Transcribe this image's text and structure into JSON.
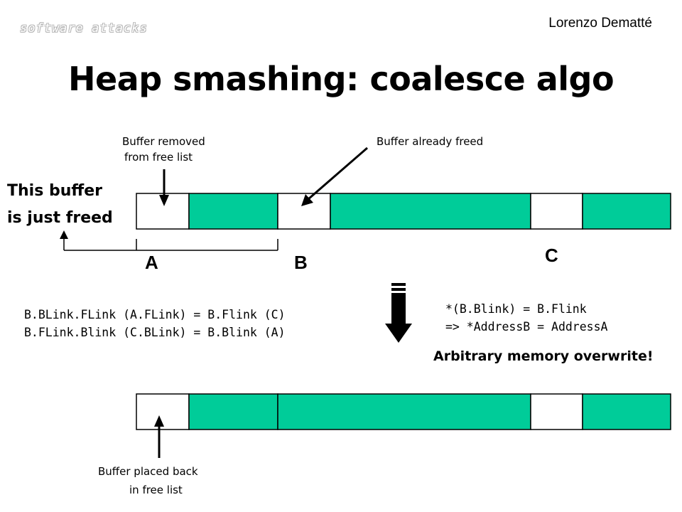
{
  "header": {
    "tag": "software attacks",
    "author": "Lorenzo Dematté",
    "title": "Heap smashing: coalesce algo"
  },
  "labels": {
    "buffer_removed_line1": "Buffer removed",
    "buffer_removed_line2": "from free list",
    "buffer_already_freed": "Buffer already freed",
    "just_freed_line1": "This buffer",
    "just_freed_line2": "is just freed",
    "letter_a": "A",
    "letter_b": "B",
    "letter_c": "C",
    "placed_back_line1": "Buffer placed back",
    "placed_back_line2": "in free list"
  },
  "code": {
    "left_line1": "B.BLink.FLink (A.FLink) = B.Flink (C)",
    "left_line2": "B.FLink.Blink (C.BLink) = B.Blink (A)",
    "right_line1": "*(B.Blink) = B.Flink",
    "right_line2": "=> *AddressB = AddressA"
  },
  "conclusion": "Arbitrary memory overwrite!",
  "colors": {
    "allocated_fill": "#00cc99",
    "free_fill": "#ffffff",
    "outline": "#000000"
  }
}
